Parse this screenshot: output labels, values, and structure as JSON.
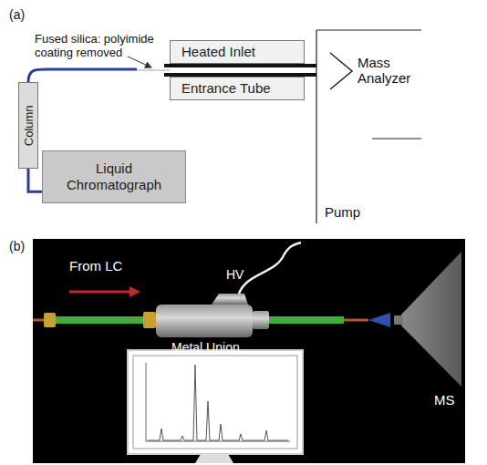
{
  "diagram": {
    "nodes": [
      {
        "text": [
          "Heated Inlet"
        ]
      },
      {
        "text": [
          "Entrance Tube"
        ]
      },
      {
        "text": [
          "Column"
        ]
      },
      {
        "text": [
          "Liquid Chromatograph"
        ]
      }
    ],
    "edges": [
      {
        "from": 3,
        "to": 2,
        "arrow": "none"
      }
    ],
    "labels": [
      "(a)",
      "Fused silica: polyimide coating removed",
      "Mass Analyzer",
      "Pump",
      "(b)",
      "From LC",
      "HV",
      "Metal Union",
      "MS"
    ]
  }
}
